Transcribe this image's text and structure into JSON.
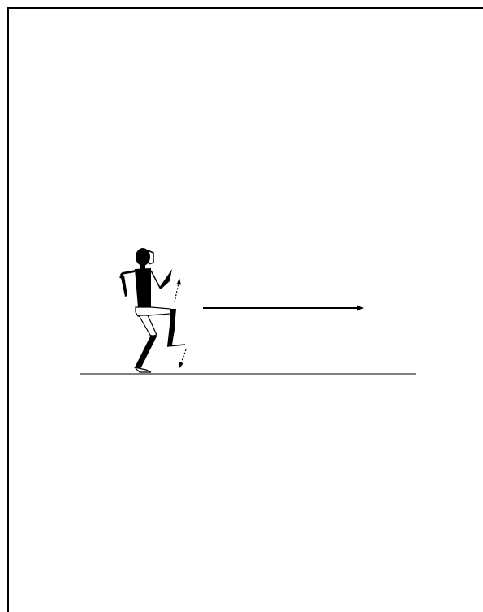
{
  "figure": {
    "description_labels": [],
    "stroke_color": "#000000",
    "fill_color": "#000000",
    "background": "#ffffff",
    "elements": {
      "figure": "running-stick-figure",
      "motion_arrow": "direction-of-motion-arrow",
      "upward_arrow": "upward-dotted-arrow",
      "downward_arrow": "downward-dotted-arrow",
      "ground": "ground-line"
    }
  }
}
